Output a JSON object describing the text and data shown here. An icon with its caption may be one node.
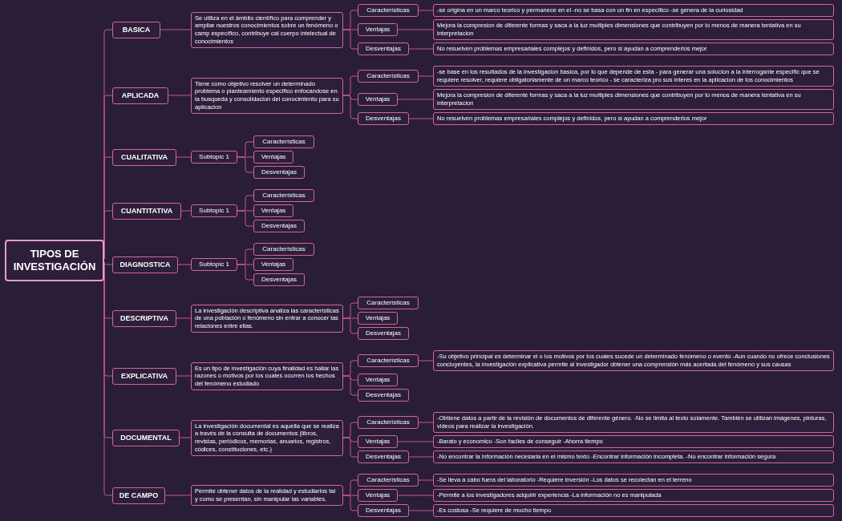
{
  "diagram": {
    "nodes": [
      {
        "text": [
          "TIPOS DE INVESTIGACIÓN"
        ]
      },
      {
        "text": [
          "BASICA"
        ]
      },
      {
        "text": [
          "Se utiliza en el ámbito científico para comprender y ampliar nuestros conocimientos sobre un fenómeno o camp específico, contribuye cal cuerpo intelectual de conocimientos"
        ]
      },
      {
        "text": [
          "Características"
        ]
      },
      {
        "text": [
          "-se origina en un marco teorico y permanece en el -no se basa con un fin en especifico -se genera de la curiosidad"
        ]
      },
      {
        "text": [
          "Ventajas"
        ]
      },
      {
        "text": [
          "Mejora la compresion de diferente formas y saca a la luz multiples dimensiones que contribuyen por lo menos de manera tentativa en su interpretacion"
        ]
      },
      {
        "text": [
          "Desventajas"
        ]
      },
      {
        "text": [
          "No resuelven problemas empresariales complejos y definidos, pero si ayudan a comprenderlos mejor"
        ]
      },
      {
        "text": [
          "APLICADA"
        ]
      },
      {
        "text": [
          "Tiene como objetivo resolver un determinado problema o planteamiento especifico enfocandose en la busqueda y consolidacion del conocimiento para su aplicacion"
        ]
      },
      {
        "text": [
          "Características"
        ]
      },
      {
        "text": [
          "-se base en los resultados de la investigacion basica, por lo que depende de esta - para generar una solucion a la interrogante especific que se requiere resolver, requiere obligatoriamente de un marco teorico - se caracteriza pro sus interes en la aplicacion de los conocimientos"
        ]
      },
      {
        "text": [
          "Ventajas"
        ]
      },
      {
        "text": [
          "Mejora la compresion de diferente formas y saca a la luz multiples dimensiones que contribuyen por lo menos de manera tentativa en su interpretacion"
        ]
      },
      {
        "text": [
          "Desventajas"
        ]
      },
      {
        "text": [
          "No resuelven problemas empresariales complejos y definidos, pero si ayudan a comprenderlos mejor"
        ]
      },
      {
        "text": [
          "CUALITATIVA"
        ]
      },
      {
        "text": [
          "Subtopic 1"
        ]
      },
      {
        "text": [
          "Características"
        ]
      },
      {
        "text": [
          "Ventajas"
        ]
      },
      {
        "text": [
          "Desventajas"
        ]
      },
      {
        "text": [
          "CUANTITATIVA"
        ]
      },
      {
        "text": [
          "Subtopic 1"
        ]
      },
      {
        "text": [
          "Características"
        ]
      },
      {
        "text": [
          "Ventajas"
        ]
      },
      {
        "text": [
          "Desventajas"
        ]
      },
      {
        "text": [
          "DIAGNOSTICA"
        ]
      },
      {
        "text": [
          "Subtopic 1"
        ]
      },
      {
        "text": [
          "Características"
        ]
      },
      {
        "text": [
          "Ventajas"
        ]
      },
      {
        "text": [
          "Desventajas"
        ]
      },
      {
        "text": [
          "DESCRIPTIVA"
        ]
      },
      {
        "text": [
          "La investigación descriptiva analiza las características de una población o fenómeno sin entrar a conocer las relaciones entre ellas."
        ]
      },
      {
        "text": [
          "Características"
        ]
      },
      {
        "text": [
          "Ventajas"
        ]
      },
      {
        "text": [
          "Desventajas"
        ]
      },
      {
        "text": [
          "EXPLICATIVA"
        ]
      },
      {
        "text": [
          "Es un tipo de investigación cuya finalidad es hallar las razones o motivos por los cuales ocurren los hechos del fenómeno estudiado"
        ]
      },
      {
        "text": [
          "Características"
        ]
      },
      {
        "text": [
          "-Su objetivo principal es determinar el o los motivos por los cuales sucede un determinado fenómeno o evento -Aun cuando no ofrece conclusiones concluyentes, la investigación explicativa permite al investigador obtener una comprensión más acertada del fenómeno y sus causas"
        ]
      },
      {
        "text": [
          "Ventajas"
        ]
      },
      {
        "text": [
          "Desventajas"
        ]
      },
      {
        "text": [
          "DOCUMENTAL"
        ]
      },
      {
        "text": [
          "La investigación documental es aquella que se realiza a través de la consulta de documentos (libros, revistas, periódicos, memorias, anuarios, registros, códices, constituciones, etc.)"
        ]
      },
      {
        "text": [
          "Características"
        ]
      },
      {
        "text": [
          "-Obtiene datos a partir de la revisión de documentos de diferente género. -No se limita al texto solamente. También se utilizan imágenes, pinturas, videos para realizar la investigación."
        ]
      },
      {
        "text": [
          "Ventajas"
        ]
      },
      {
        "text": [
          "-Barato y economico -Son faciles de conseguir -Ahorra tiempo"
        ]
      },
      {
        "text": [
          "Desventajas"
        ]
      },
      {
        "text": [
          "-No encontrar la información necesaria en el mismo texto -Encontrar información incompleta. -No encontrar información segura"
        ]
      },
      {
        "text": [
          "DE CAMPO"
        ]
      },
      {
        "text": [
          "Permite obtener datos de la realidad y estudiarlos tal y como se presentan, sin manipular las variables."
        ]
      },
      {
        "text": [
          "Características"
        ]
      },
      {
        "text": [
          "-Se lleva a cabo fuera del laboratorio -Requiere inversión -Los datos se recolectan en el terreno"
        ]
      },
      {
        "text": [
          "Ventajas"
        ]
      },
      {
        "text": [
          "-Permite a los investigadores adquirir experiencia -La información no es manipulada"
        ]
      },
      {
        "text": [
          "Desventajas"
        ]
      },
      {
        "text": [
          "-Es costosa -Se requiere de mucho tiempo"
        ]
      }
    ],
    "edges": [
      {
        "from": 0,
        "to": 1,
        "arrow": "none"
      },
      {
        "from": 1,
        "to": 2,
        "arrow": "none"
      },
      {
        "from": 2,
        "to": 3,
        "arrow": "none"
      },
      {
        "from": 3,
        "to": 4,
        "arrow": "none"
      },
      {
        "from": 2,
        "to": 5,
        "arrow": "none"
      },
      {
        "from": 5,
        "to": 6,
        "arrow": "none"
      },
      {
        "from": 2,
        "to": 7,
        "arrow": "none"
      },
      {
        "from": 7,
        "to": 8,
        "arrow": "none"
      },
      {
        "from": 0,
        "to": 9,
        "arrow": "none"
      },
      {
        "from": 9,
        "to": 10,
        "arrow": "none"
      },
      {
        "from": 10,
        "to": 11,
        "arrow": "none"
      },
      {
        "from": 11,
        "to": 12,
        "arrow": "none"
      },
      {
        "from": 10,
        "to": 13,
        "arrow": "none"
      },
      {
        "from": 13,
        "to": 14,
        "arrow": "none"
      },
      {
        "from": 10,
        "to": 15,
        "arrow": "none"
      },
      {
        "from": 15,
        "to": 16,
        "arrow": "none"
      },
      {
        "from": 0,
        "to": 17,
        "arrow": "none"
      },
      {
        "from": 17,
        "to": 18,
        "arrow": "none"
      },
      {
        "from": 18,
        "to": 19,
        "arrow": "none"
      },
      {
        "from": 18,
        "to": 20,
        "arrow": "none"
      },
      {
        "from": 18,
        "to": 21,
        "arrow": "none"
      },
      {
        "from": 0,
        "to": 22,
        "arrow": "none"
      },
      {
        "from": 22,
        "to": 23,
        "arrow": "none"
      },
      {
        "from": 23,
        "to": 24,
        "arrow": "none"
      },
      {
        "from": 23,
        "to": 25,
        "arrow": "none"
      },
      {
        "from": 23,
        "to": 26,
        "arrow": "none"
      },
      {
        "from": 0,
        "to": 27,
        "arrow": "none"
      },
      {
        "from": 27,
        "to": 28,
        "arrow": "none"
      },
      {
        "from": 28,
        "to": 29,
        "arrow": "none"
      },
      {
        "from": 28,
        "to": 30,
        "arrow": "none"
      },
      {
        "from": 28,
        "to": 31,
        "arrow": "none"
      },
      {
        "from": 0,
        "to": 32,
        "arrow": "none"
      },
      {
        "from": 32,
        "to": 33,
        "arrow": "none"
      },
      {
        "from": 33,
        "to": 34,
        "arrow": "none"
      },
      {
        "from": 33,
        "to": 35,
        "arrow": "none"
      },
      {
        "from": 33,
        "to": 36,
        "arrow": "none"
      },
      {
        "from": 0,
        "to": 37,
        "arrow": "none"
      },
      {
        "from": 37,
        "to": 38,
        "arrow": "none"
      },
      {
        "from": 38,
        "to": 39,
        "arrow": "none"
      },
      {
        "from": 39,
        "to": 40,
        "arrow": "none"
      },
      {
        "from": 38,
        "to": 41,
        "arrow": "none"
      },
      {
        "from": 38,
        "to": 42,
        "arrow": "none"
      },
      {
        "from": 0,
        "to": 43,
        "arrow": "none"
      },
      {
        "from": 43,
        "to": 44,
        "arrow": "none"
      },
      {
        "from": 44,
        "to": 45,
        "arrow": "none"
      },
      {
        "from": 45,
        "to": 46,
        "arrow": "none"
      },
      {
        "from": 44,
        "to": 47,
        "arrow": "none"
      },
      {
        "from": 47,
        "to": 48,
        "arrow": "none"
      },
      {
        "from": 44,
        "to": 49,
        "arrow": "none"
      },
      {
        "from": 49,
        "to": 50,
        "arrow": "none"
      },
      {
        "from": 0,
        "to": 51,
        "arrow": "none"
      },
      {
        "from": 51,
        "to": 52,
        "arrow": "none"
      },
      {
        "from": 52,
        "to": 53,
        "arrow": "none"
      },
      {
        "from": 53,
        "to": 54,
        "arrow": "none"
      },
      {
        "from": 52,
        "to": 55,
        "arrow": "none"
      },
      {
        "from": 55,
        "to": 56,
        "arrow": "none"
      },
      {
        "from": 52,
        "to": 57,
        "arrow": "none"
      },
      {
        "from": 57,
        "to": 58,
        "arrow": "none"
      }
    ]
  }
}
